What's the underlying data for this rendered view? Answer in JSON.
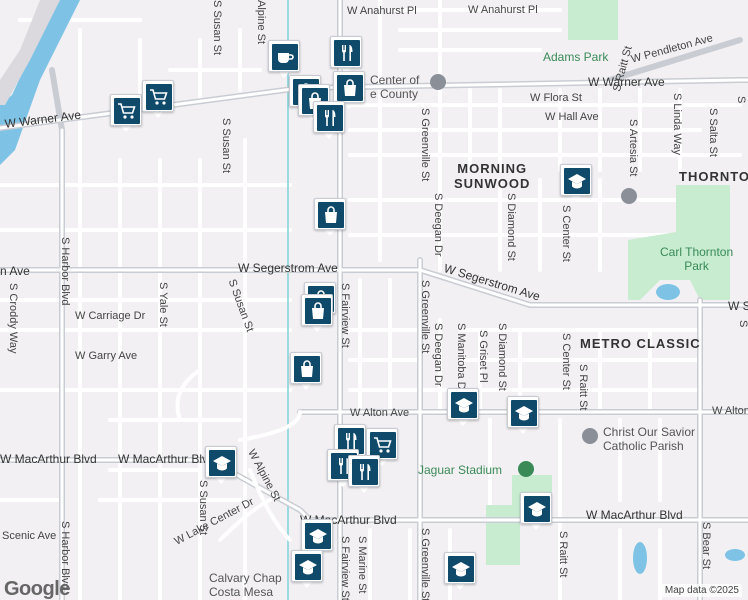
{
  "map": {
    "attribution": "Map data ©2025",
    "logo": "Google",
    "colors": {
      "background": "#f2f0f3",
      "road": "#ffffff",
      "major_road": "#c9cdd3",
      "water": "#7ec3e6",
      "park": "#c7ecd0",
      "pin": "#0f4a6b",
      "transit": "#7fd3dd"
    }
  },
  "streets": {
    "w_anahurst_pl_1": "W Anahurst Pl",
    "w_anahurst_pl_2": "W Anahurst Pl",
    "w_pendleton_ave": "W Pendleton Ave",
    "w_warner_ave_left": "W Warner Ave",
    "w_warner_ave_right": "W Warner Ave",
    "w_flora_st": "W Flora St",
    "w_hall_ave": "W Hall Ave",
    "w_segerstrom_ave_left": "W Segerstrom Ave",
    "w_segerstrom_ave_right": "W Segerstrom Ave",
    "w_s_right": "W S",
    "ave_left": "n Ave",
    "w_carriage_dr": "W Carriage Dr",
    "w_garry_ave": "W Garry Ave",
    "w_alton_ave": "W Alton Ave",
    "w_alton_right": "W Alton",
    "w_macarthur_blvd_left": "W MacArthur Blvd",
    "w_macarthur_blvd_left2": "W MacArthur Blvd",
    "w_macarthur_blvd_center": "W MacArthur Blvd",
    "w_macarthur_blvd_right": "W MacArthur Blvd",
    "w_lake_center_dr": "W Lake Center Dr",
    "scenic_ave": "Scenic Ave",
    "w_alpine_st": "W Alpine St",
    "s_susan_st_top": "S Susan St",
    "s_susan_st_mid": "S Susan St",
    "s_susan_st_lower": "S Susan St",
    "s_susan_st_bottom": "S Susan St",
    "s_harbor_blvd_mid": "S Harbor Blvd",
    "s_harbor_blvd_bottom": "S Harbor Blvd",
    "s_croddy_way": "S Croddy Way",
    "s_yale_st": "S Yale St",
    "s_fairview_st": "S Fairview St",
    "s_alpine_st_top": "Alpine St",
    "s_greenville_st_top": "S Greenville St",
    "s_greenville_st_mid": "S Greenville St",
    "s_greenville_st_bottom": "S Greenville St",
    "s_deegan_dr_top": "S Deegan Dr",
    "s_deegan_dr_mid": "S Deegan Dr",
    "s_diamond_st_top": "S Diamond St",
    "s_diamond_st_mid": "S Diamond St",
    "s_manitoba_dr": "S Manitoba Dr",
    "s_griset_pl": "S Griset Pl",
    "s_center_st_top": "S Center St",
    "s_center_st_mid": "S Center St",
    "s_raitt_st_top": "S Raitt St",
    "s_raitt_st_mid": "S Raitt St",
    "s_raitt_st_bottom": "S Raitt St",
    "s_artesia_st": "S Artesia St",
    "s_linda_way": "S Linda Way",
    "s_salta_st": "S Salta St",
    "s_right_top": "S",
    "s_bear_st": "S Bear St",
    "s_marine_st": "S Marine St",
    "w_s_right_vertical": "S"
  },
  "places": {
    "adams_park": "Adams Park",
    "carl_thornton_park": "Carl Thornton\nPark",
    "morning_sunwood": "MORNING\nSUNWOOD",
    "thornton": "THORNTO",
    "metro_classic": "METRO CLASSIC",
    "center_of_county": "Center of\ne County",
    "christ_our_savior": "Christ Our Savior\nCatholic Parish",
    "jaguar_stadium": "Jaguar Stadium",
    "calvary_chapel": "Calvary Chap\nCosta Mesa"
  },
  "pins": [
    {
      "id": "coffee",
      "icon": "coffee-icon"
    },
    {
      "id": "restaurant-top",
      "icon": "fork-knife-icon"
    },
    {
      "id": "shopping-top",
      "icon": "shopping-bag-icon"
    },
    {
      "id": "shopping-top-b",
      "icon": "shopping-bag-icon"
    },
    {
      "id": "shopping-top-c",
      "icon": "shopping-bag-icon"
    },
    {
      "id": "restaurant-top-b",
      "icon": "fork-knife-icon"
    },
    {
      "id": "cart-left-a",
      "icon": "shopping-cart-icon"
    },
    {
      "id": "cart-left-b",
      "icon": "shopping-cart-icon"
    },
    {
      "id": "shopping-mid",
      "icon": "shopping-bag-icon"
    },
    {
      "id": "shopping-seg-a",
      "icon": "shopping-bag-icon"
    },
    {
      "id": "shopping-seg-b",
      "icon": "shopping-bag-icon"
    },
    {
      "id": "shopping-garry",
      "icon": "shopping-bag-icon"
    },
    {
      "id": "school-top",
      "icon": "graduation-cap-icon"
    },
    {
      "id": "school-alton-a",
      "icon": "graduation-cap-icon"
    },
    {
      "id": "school-alton-b",
      "icon": "graduation-cap-icon"
    },
    {
      "id": "school-macarthur-left",
      "icon": "graduation-cap-icon"
    },
    {
      "id": "restaurant-cluster-a",
      "icon": "fork-knife-icon"
    },
    {
      "id": "cart-cluster",
      "icon": "shopping-cart-icon"
    },
    {
      "id": "restaurant-cluster-b",
      "icon": "fork-knife-icon"
    },
    {
      "id": "restaurant-cluster-c",
      "icon": "fork-knife-icon"
    },
    {
      "id": "school-macarthur-right",
      "icon": "graduation-cap-icon"
    },
    {
      "id": "school-bottom-a",
      "icon": "graduation-cap-icon"
    },
    {
      "id": "school-bottom-b",
      "icon": "graduation-cap-icon"
    },
    {
      "id": "school-bottom-c",
      "icon": "graduation-cap-icon"
    }
  ]
}
